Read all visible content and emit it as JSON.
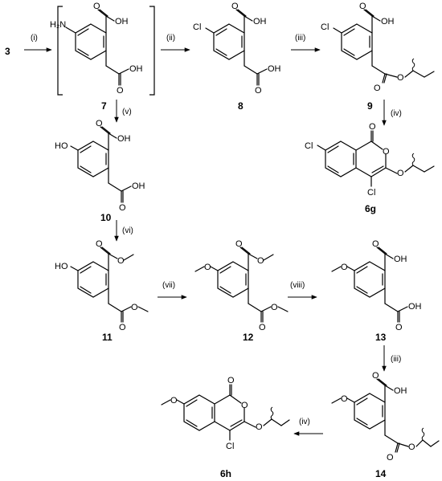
{
  "compounds": {
    "c3": "3",
    "c7": "7",
    "c8": "8",
    "c9": "9",
    "c6g": "6g",
    "c10": "10",
    "c11": "11",
    "c12": "12",
    "c13": "13",
    "c14": "14",
    "c6h": "6h"
  },
  "conditions": {
    "i": "(i)",
    "ii": "(ii)",
    "iii": "(iii)",
    "iv": "(iv)",
    "v": "(v)",
    "vi": "(vi)",
    "vii": "(vii)",
    "viii": "(viii)",
    "iii_b": "(iii)",
    "iv_b": "(iv)"
  },
  "atoms": {
    "H2N": "H₂N",
    "Cl": "Cl",
    "HO": "HO",
    "O": "O",
    "OH": "OH"
  }
}
